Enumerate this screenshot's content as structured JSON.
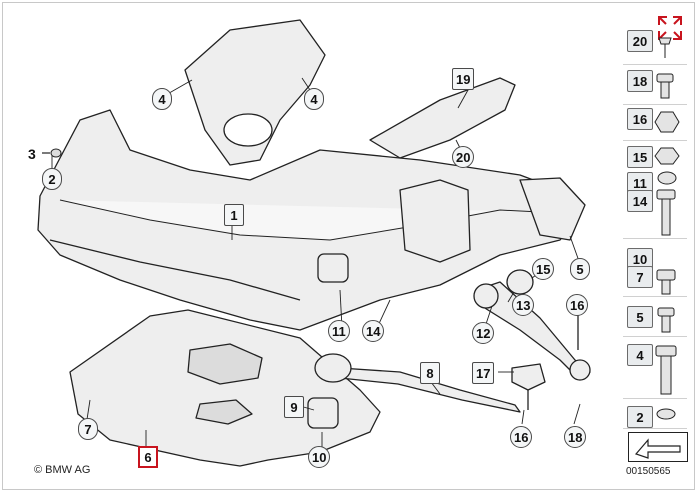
{
  "diagram": {
    "callouts": {
      "c1": "1",
      "c2": "2",
      "c3": "3",
      "c4a": "4",
      "c4b": "4",
      "c5": "5",
      "c6": "6",
      "c7": "7",
      "c8": "8",
      "c9": "9",
      "c10": "10",
      "c11": "11",
      "c12": "12",
      "c13": "13",
      "c14": "14",
      "c15": "15",
      "c16a": "16",
      "c16b": "16",
      "c17": "17",
      "c18": "18",
      "c19": "19",
      "c20": "20"
    },
    "colors": {
      "line": "#222222",
      "shade": "#e9e9e9",
      "accent": "#c8141e"
    }
  },
  "parts_column": {
    "items": [
      "20",
      "18",
      "16",
      "15",
      "11",
      "14",
      "10",
      "7",
      "5",
      "4",
      "2"
    ]
  },
  "footer": {
    "copyright": "BMW AG",
    "copyright_symbol": "©",
    "doc_number": "00150565"
  },
  "icons": {
    "expand": "expand-arrows-icon",
    "direction": "direction-arrow-icon"
  }
}
